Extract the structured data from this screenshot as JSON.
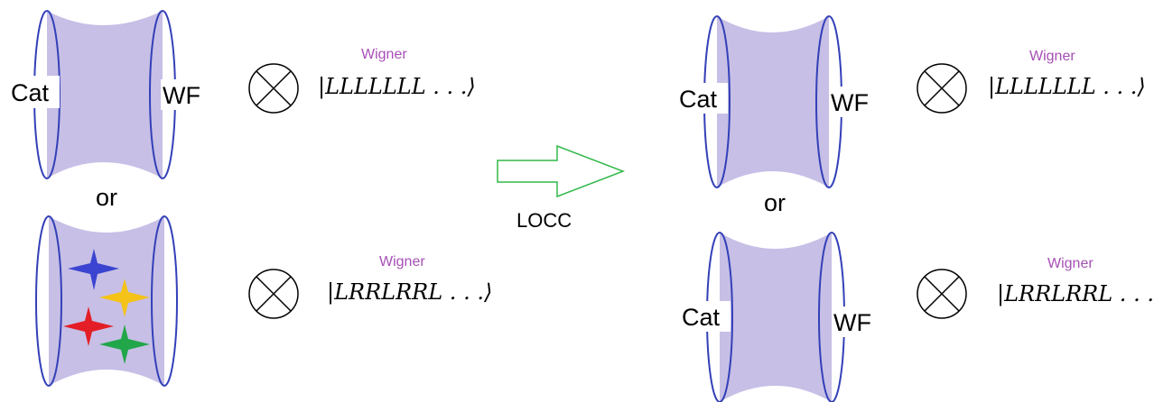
{
  "left": {
    "top_panel": {
      "left_label": "Cat",
      "right_label": "WF",
      "tag": "Wigner",
      "state": "|LLLLLLL . . .⟩"
    },
    "connector": "or",
    "bottom_panel": {
      "tag": "Wigner",
      "state": "|LRRLRRL . . .⟩"
    }
  },
  "arrow": {
    "label": "LOCC"
  },
  "right": {
    "top_panel": {
      "left_label": "Cat",
      "right_label": "WF",
      "tag": "Wigner",
      "state": "|LLLLLLL . . .⟩"
    },
    "connector": "or",
    "bottom_panel": {
      "left_label": "Cat",
      "right_label": "WF",
      "tag": "Wigner",
      "state": "|LRRLRRL . . .⟩"
    }
  },
  "colors": {
    "wormhole_fill": "#c7bfe6",
    "ring_stroke": "#3340b8",
    "tag_text": "#a64fb5",
    "arrow_stroke": "#33b84a",
    "star_blue": "#3a44d0",
    "star_yellow": "#f5c218",
    "star_red": "#e41e26",
    "star_green": "#22a64a"
  },
  "icons": [
    "tensor-product-icon",
    "star-icon"
  ]
}
